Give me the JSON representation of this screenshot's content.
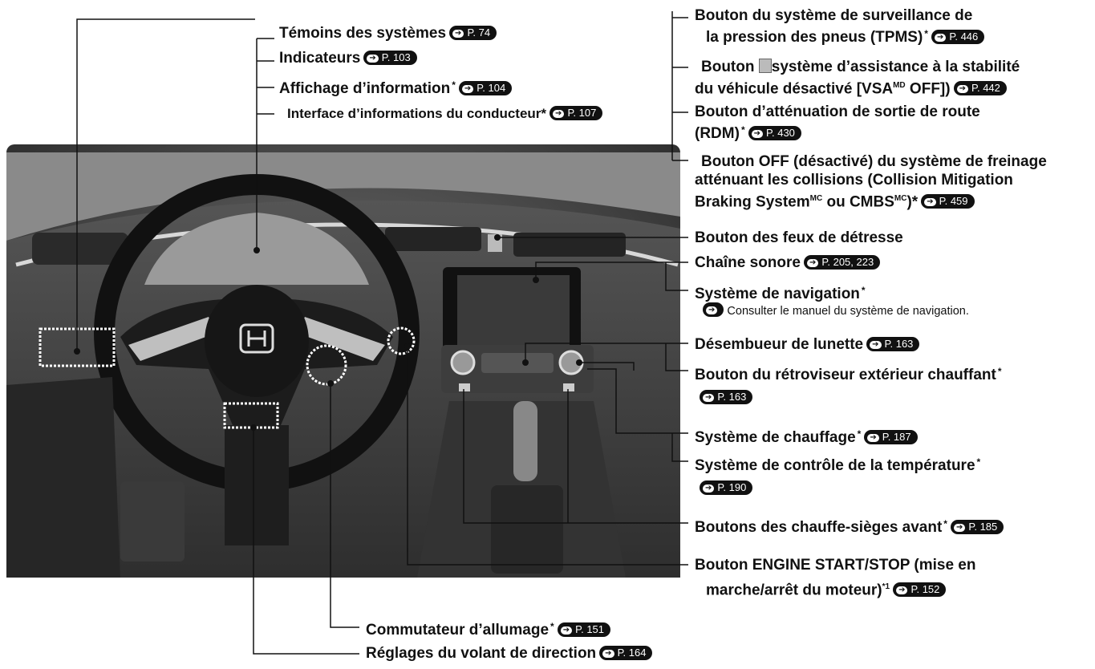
{
  "colors": {
    "line": "#111111",
    "badge": "#111111"
  },
  "labels": {
    "temoins": {
      "text": "Témoins des systèmes",
      "ref": "P. 74"
    },
    "indicateurs": {
      "text": "Indicateurs",
      "ref": "P. 103"
    },
    "affichage": {
      "text": "Affichage d’information",
      "ast": "*",
      "ref": "P. 104"
    },
    "interface": {
      "text": "Interface d’informations du conducteur*",
      "ref": "P. 107"
    },
    "tpms": {
      "line1": "Bouton du système de surveillance de",
      "line2": "la pression des pneus (TPMS)",
      "ast": "*",
      "ref": "P. 446"
    },
    "vsa": {
      "line1a": "Bouton",
      "line1b": "système d’assistance à la stabilité",
      "line2a": "du véhicule désactivé [VSA",
      "sup": "MD",
      "line2b": " OFF])",
      "ref": "P. 442"
    },
    "rdm": {
      "line1": "Bouton d’atténuation de sortie de route",
      "line2": "(RDM)",
      "ast": "*",
      "ref": "P. 430"
    },
    "cmbs": {
      "line1": "Bouton OFF (désactivé) du système de freinage",
      "line2": "atténuant les collisions (Collision Mitigation",
      "line3a": "Braking System",
      "sup1": "MC",
      "line3b": " ou CMBS",
      "sup2": "MC",
      "line3c": ")*",
      "ref": "P. 459"
    },
    "hazard": {
      "text": "Bouton des feux de détresse"
    },
    "audio": {
      "text": "Chaîne sonore",
      "ref": "P. 205, 223"
    },
    "nav": {
      "text": "Système de navigation",
      "ast": "*",
      "note": "Consulter le manuel du système de navigation."
    },
    "desembueur": {
      "text": "Désembueur de lunette",
      "ref": "P. 163"
    },
    "mirror": {
      "text": "Bouton du rétroviseur extérieur chauffant",
      "ast": "*",
      "ref": "P. 163"
    },
    "heating": {
      "text": "Système de chauffage",
      "ast": "*",
      "ref": "P. 187"
    },
    "climate": {
      "text": "Système de contrôle de la température",
      "ast": "*",
      "ref": "P. 190"
    },
    "seats": {
      "text": "Boutons des chauffe-sièges avant",
      "ast": "*",
      "ref": "P. 185"
    },
    "engine": {
      "line1": "Bouton ENGINE START/STOP (mise en",
      "line2": "marche/arrêt du moteur)",
      "sup": "*1",
      "ref": "P. 152"
    },
    "ignition": {
      "text": "Commutateur d’allumage",
      "ast": "*",
      "ref": "P. 151"
    },
    "steering": {
      "text": "Réglages du volant de direction",
      "ref": "P. 164"
    }
  }
}
